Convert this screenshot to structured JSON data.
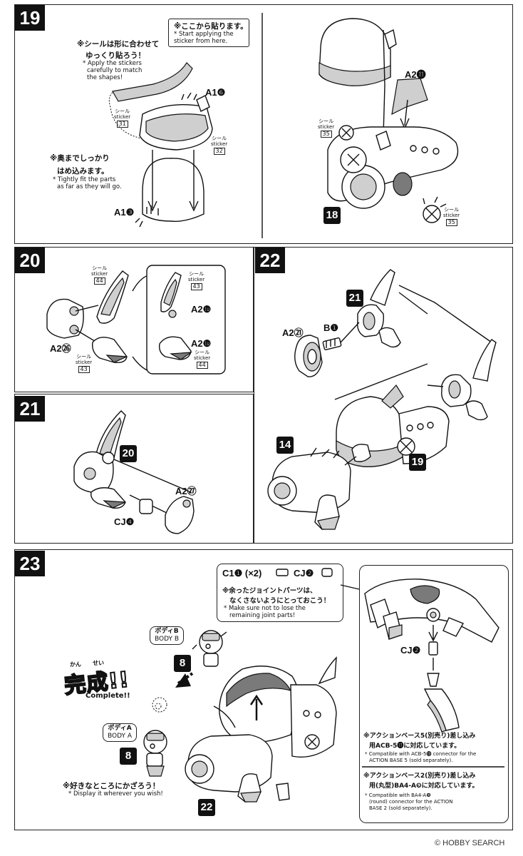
{
  "steps": {
    "s19": {
      "number": "19",
      "note_start_jp": "※ここから貼ります。",
      "note_start_en": "* Start applying the sticker from here.",
      "note_match_jp1": "※シールは形に合わせて",
      "note_match_jp2": "ゆっくり貼ろう！",
      "note_match_en1": "* Apply the stickers",
      "note_match_en2": "carefully to match",
      "note_match_en3": "the shapes!",
      "note_fit_jp1": "※奥までしっかり",
      "note_fit_jp2": "はめ込みます。",
      "note_fit_en1": "* Tightly fit the parts",
      "note_fit_en2": "as far as they will go.",
      "sticker_label_jp": "シール",
      "sticker_label_en": "sticker",
      "sticker_31": "31",
      "sticker_32": "32",
      "sticker_35a": "35",
      "sticker_35b": "35",
      "part_a16": "A1❻",
      "part_a13": "A1❸",
      "part_a211": "A2⓫",
      "sub_badge": "18"
    },
    "s20": {
      "number": "20",
      "sticker_label_jp": "シール",
      "sticker_label_en": "sticker",
      "sticker_44a": "44",
      "sticker_43a": "43",
      "sticker_43b": "43",
      "sticker_44b": "44",
      "part_a226": "A2㉖",
      "part_a210a": "A2❿",
      "part_a210b": "A2❿"
    },
    "s21": {
      "number": "21",
      "sub_badge": "20",
      "part_a227": "A2㉗",
      "part_cj4": "CJ❹"
    },
    "s22": {
      "number": "22",
      "sub_badge_21": "21",
      "sub_badge_14": "14",
      "sub_badge_19": "19",
      "part_a221": "A2㉑",
      "part_b1": "B❶"
    },
    "s23": {
      "number": "23",
      "parts_c1": "C1❶ (×2)",
      "parts_cj2": "CJ❷",
      "spare_jp1": "※余ったジョイントパーツは、",
      "spare_jp2": "なくさないようにとっておこう！",
      "spare_en1": "* Make sure not to lose the",
      "spare_en2": "remaining joint parts!",
      "body_b_jp": "ボディB",
      "body_b_en": "BODY B",
      "body_a_jp": "ボディA",
      "body_a_en": "BODY A",
      "badge_8a": "8",
      "badge_8b": "8",
      "badge_22": "22",
      "complete_jp": "完成!!",
      "complete_furigana_a": "かん",
      "complete_furigana_b": "せい",
      "complete_en": "Complete!!",
      "display_jp": "※好きなところにかざろう！",
      "display_en": "* Display it wherever you wish!",
      "cj2_label": "CJ❷",
      "base5_jp1": "※アクションベース5(別売り)差し込み",
      "base5_jp2": "用ACB-5⓭に対応しています。",
      "base5_en1": "* Compatible with ACB-5⓭ connector for the",
      "base5_en2": "ACTION BASE 5 (sold separately).",
      "base2_jp1": "※アクションベース2(別売り)差し込み",
      "base2_jp2": "用(丸型)BA4-A❾に対応しています。",
      "base2_en1": "* Compatible with BA4-A❾",
      "base2_en2": "(round) connector for the ACTION",
      "base2_en3": "BASE 2 (sold separately)."
    }
  },
  "watermark": "© HOBBY SEARCH"
}
